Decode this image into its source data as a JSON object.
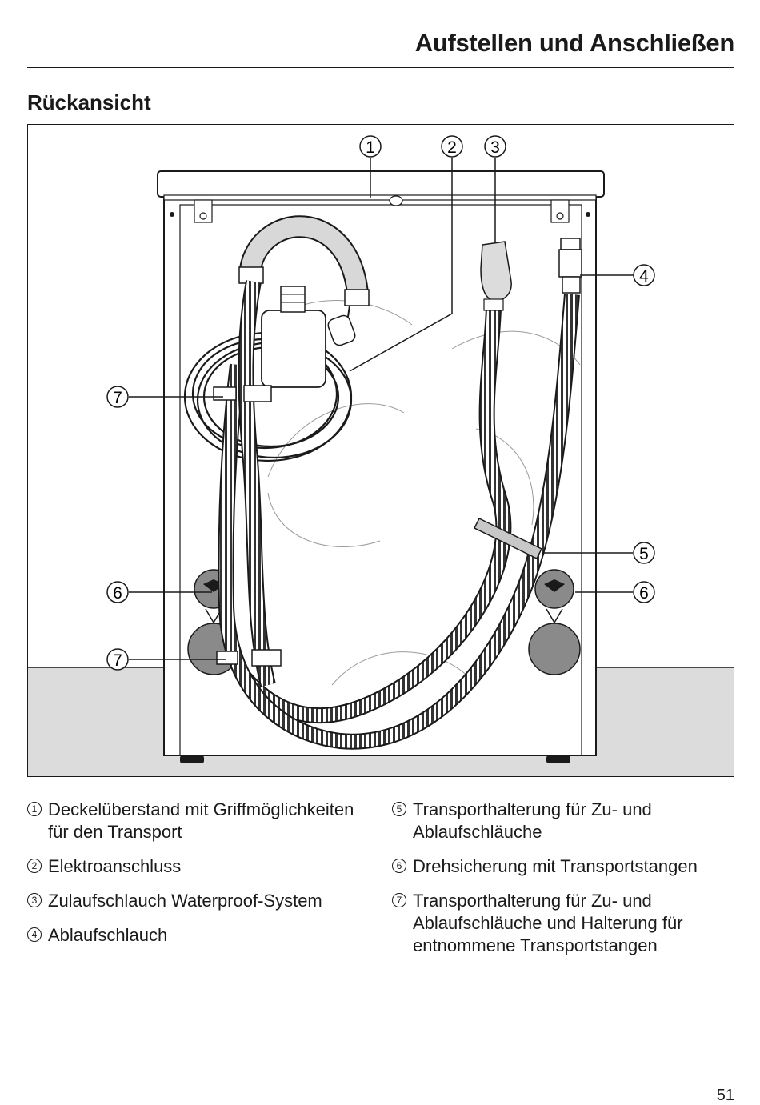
{
  "header": {
    "chapter_title": "Aufstellen und Anschließen"
  },
  "section": {
    "heading": "Rückansicht"
  },
  "figure": {
    "callouts": [
      "1",
      "2",
      "3",
      "4",
      "5",
      "6",
      "6",
      "7",
      "7"
    ]
  },
  "legend": {
    "left": [
      {
        "num": "1",
        "text": "Deckelüberstand mit Griffmöglichkeiten für den Transport"
      },
      {
        "num": "2",
        "text": "Elektroanschluss"
      },
      {
        "num": "3",
        "text": "Zulaufschlauch Waterproof-System"
      },
      {
        "num": "4",
        "text": "Ablaufschlauch"
      }
    ],
    "right": [
      {
        "num": "5",
        "text": "Transporthalterung für Zu- und Ablaufschläuche"
      },
      {
        "num": "6",
        "text": "Drehsicherung mit Transportstangen"
      },
      {
        "num": "7",
        "text": "Transporthalterung für Zu- und Ablaufschläuche und Halterung für entnommene Transportstangen"
      }
    ]
  },
  "footer": {
    "page_number": "51"
  }
}
